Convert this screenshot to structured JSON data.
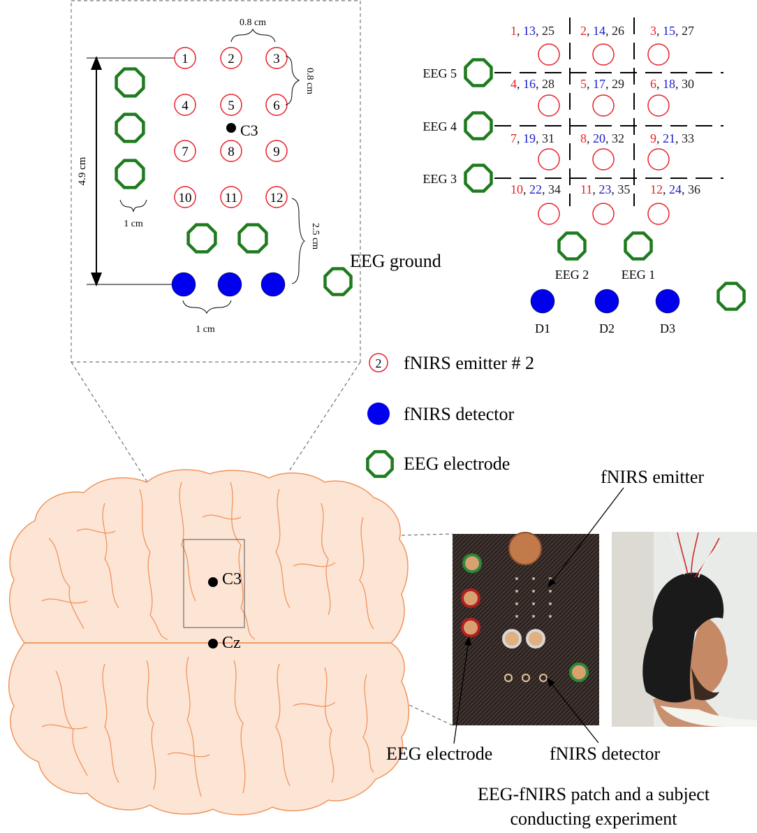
{
  "colors": {
    "emitter_outline": "#e8202a",
    "detector_fill": "#0000ee",
    "eeg_electrode": "#1e7b1e",
    "brain_fill": "#fde5d6",
    "brain_outline": "#f0945c",
    "red_text": "#e8202a",
    "blue_text": "#1a1acc",
    "black_text": "#1a1a1a"
  },
  "zoom_panel": {
    "emitter_labels": [
      "1",
      "2",
      "3",
      "4",
      "5",
      "6",
      "7",
      "8",
      "9",
      "10",
      "11",
      "12"
    ],
    "c3_label": "C3",
    "dim_spacing_top": "0.8 cm",
    "dim_spacing_side": "0.8 cm",
    "dim_height": "4.9 cm",
    "dim_eeg_spacing": "1 cm",
    "dim_gap": "2.5 cm",
    "dim_detector_spacing": "1 cm",
    "eeg_ground_label": "EEG ground"
  },
  "channel_map": {
    "rows": [
      [
        [
          "1",
          "13",
          "25"
        ],
        [
          "2",
          "14",
          "26"
        ],
        [
          "3",
          "15",
          "27"
        ]
      ],
      [
        [
          "4",
          "16",
          "28"
        ],
        [
          "5",
          "17",
          "29"
        ],
        [
          "6",
          "18",
          "30"
        ]
      ],
      [
        [
          "7",
          "19",
          "31"
        ],
        [
          "8",
          "20",
          "32"
        ],
        [
          "9",
          "21",
          "33"
        ]
      ],
      [
        [
          "10",
          "22",
          "34"
        ],
        [
          "11",
          "23",
          "35"
        ],
        [
          "12",
          "24",
          "36"
        ]
      ]
    ],
    "separator": ", ",
    "eeg_side_labels": [
      "EEG 5",
      "EEG 4",
      "EEG 3"
    ],
    "eeg_bottom_labels": [
      "EEG 2",
      "EEG 1"
    ],
    "detector_labels": [
      "D1",
      "D2",
      "D3"
    ]
  },
  "legend": {
    "emitter_symbol_number": "2",
    "emitter_label": "fNIRS emitter # 2",
    "detector_label": "fNIRS detector",
    "electrode_label": "EEG electrode"
  },
  "brain": {
    "c3_label": "C3",
    "cz_label": "Cz"
  },
  "photo_annotations": {
    "emitter": "fNIRS emitter",
    "electrode": "EEG electrode",
    "detector": "fNIRS detector",
    "caption_line1": "EEG-fNIRS patch and a subject",
    "caption_line2": "conducting experiment"
  }
}
